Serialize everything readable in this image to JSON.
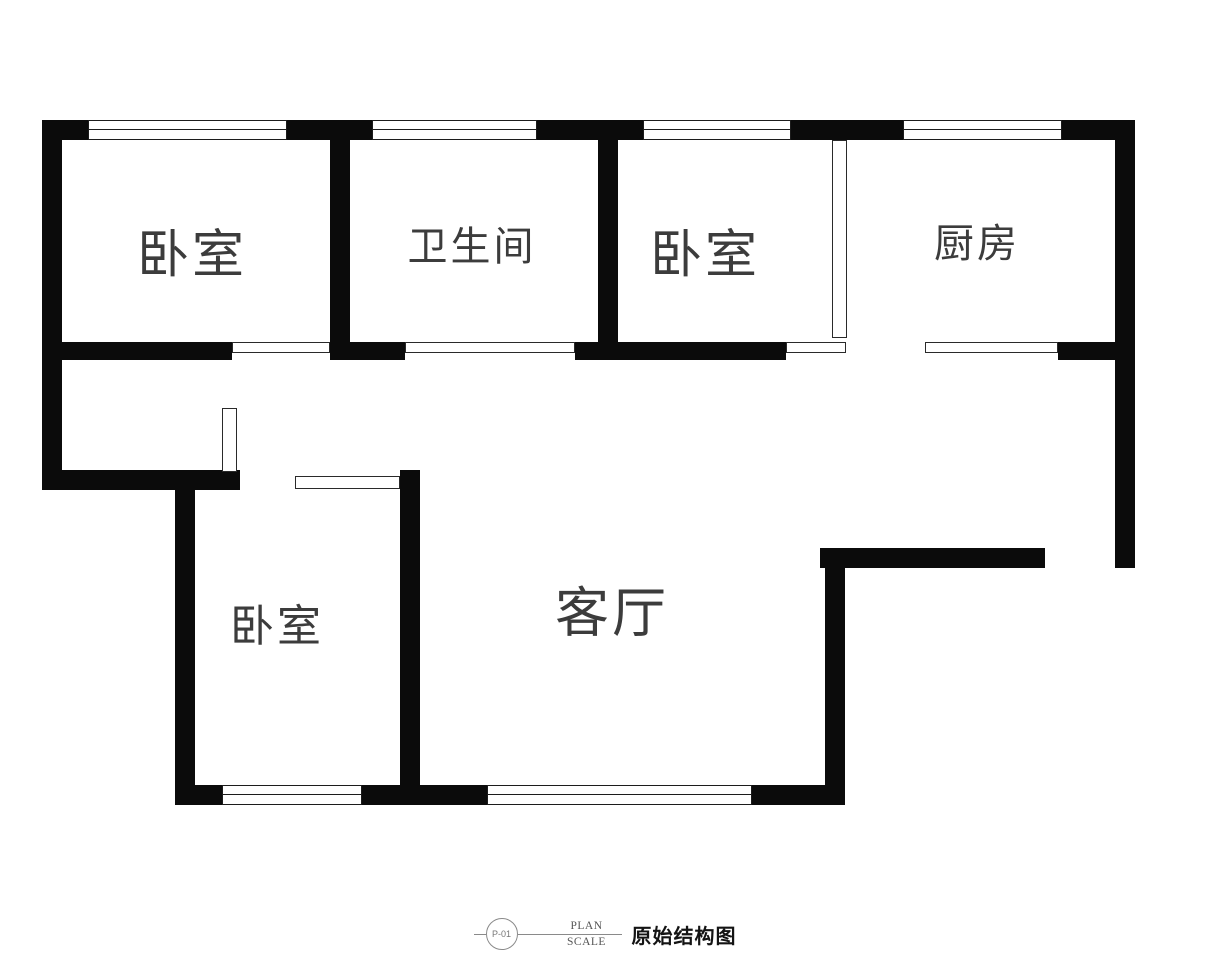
{
  "colors": {
    "wall": "#0b0b0b",
    "room_label": "#3c3c3c",
    "title_text": "#141414",
    "annotation": "#8a8a8a",
    "background": "#ffffff"
  },
  "rooms": [
    {
      "name": "bedroom-top-left",
      "label": "卧室"
    },
    {
      "name": "bathroom",
      "label": "卫生间"
    },
    {
      "name": "bedroom-top-right",
      "label": "卧室"
    },
    {
      "name": "kitchen",
      "label": "厨房"
    },
    {
      "name": "bedroom-bottom-left",
      "label": "卧室"
    },
    {
      "name": "living-room",
      "label": "客厅"
    }
  ],
  "title_block": {
    "drawing_number": "P-01",
    "scale_word_top": "PLAN",
    "scale_word_bottom": "SCALE",
    "drawing_title": "原始结构图"
  }
}
